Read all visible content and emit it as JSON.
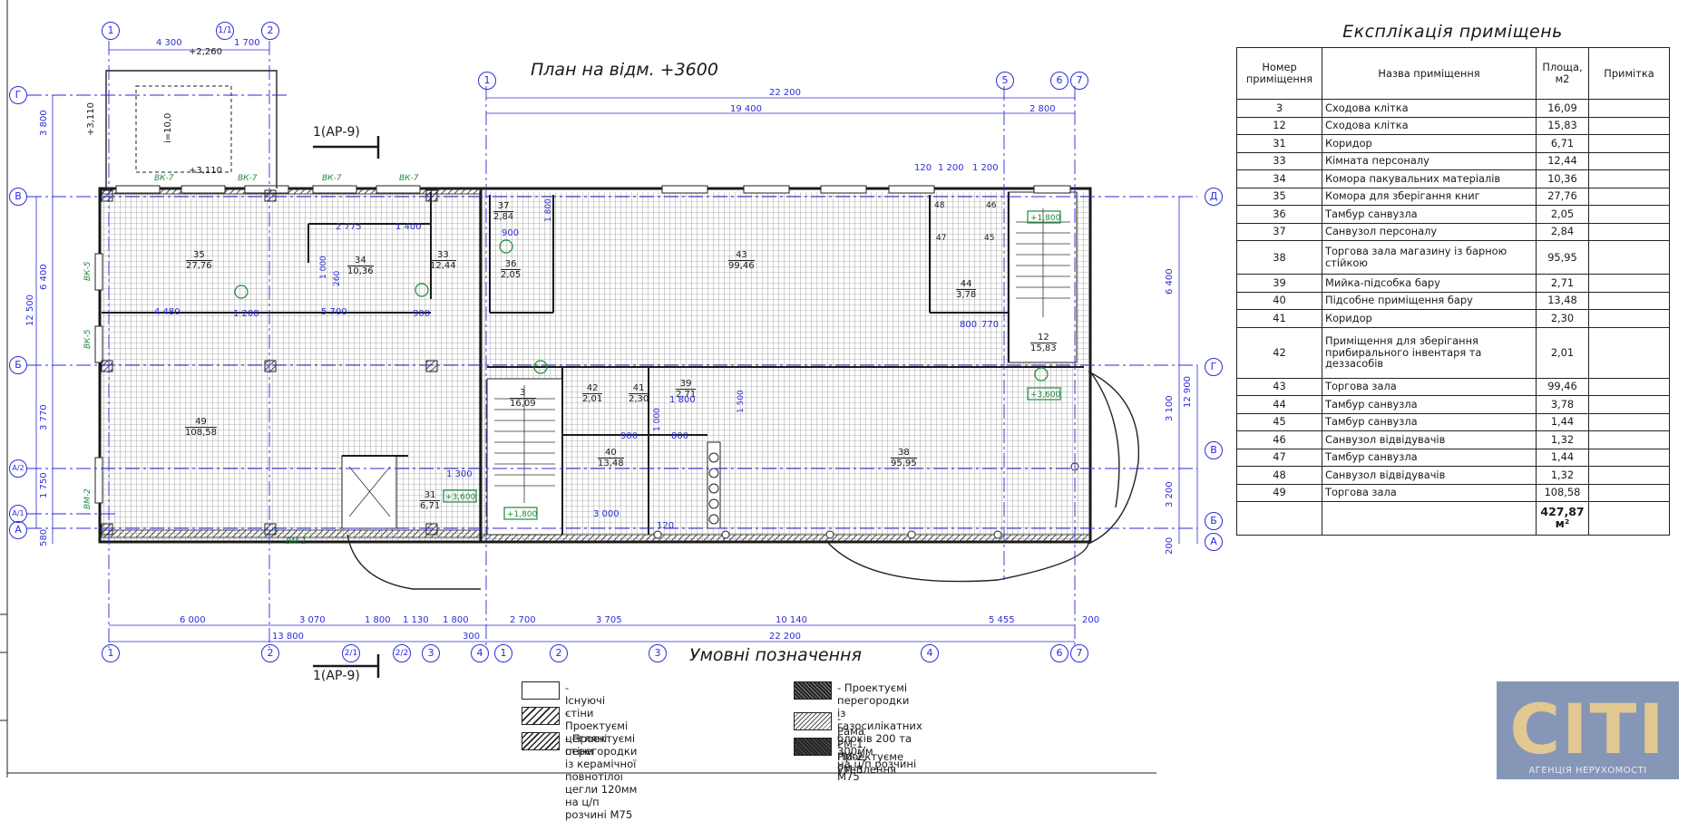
{
  "plan": {
    "title": "План на відм. +3600",
    "section_marks": [
      "1(АР-9)",
      "1(АР-9)"
    ],
    "axes_letters": [
      "Г",
      "В",
      "Б",
      "А/2",
      "А/1",
      "А",
      "Д",
      "Г",
      "В",
      "Б",
      "А"
    ],
    "axes_top": [
      "1",
      "1/1",
      "2",
      "1",
      "5",
      "6",
      "7"
    ],
    "axes_bottom": [
      "1",
      "2",
      "2/1",
      "2/2",
      "3",
      "4",
      "1",
      "2",
      "3",
      "4",
      "6",
      "7"
    ],
    "dims_top": [
      "4 300",
      "1 700",
      "22 200",
      "19 400",
      "2 800"
    ],
    "dims_bottom_row1": [
      "6 000",
      "3 070",
      "1 800",
      "1 130",
      "1 800",
      "2 700",
      "3 705",
      "10 140",
      "5 455",
      "200"
    ],
    "dims_bottom_row2": [
      "13 800",
      "300",
      "22 200"
    ],
    "dims_left": [
      "3 800",
      "6 400",
      "3 770",
      "1 750",
      "580",
      "12 500"
    ],
    "dims_right": [
      "6 400",
      "3 100",
      "3 200",
      "200",
      "12 900"
    ],
    "levels": [
      "+2,260",
      "+3,110",
      "+3,110",
      "+3,600",
      "+1,800",
      "+3,600",
      "+1,800"
    ],
    "slope": "i=10,0",
    "windows": [
      "ВК-7",
      "ВК-7",
      "ВК-7",
      "ВК-7",
      "ВК-5",
      "ВК-5",
      "ВМ-2",
      "ВМ-1"
    ],
    "rooms": [
      {
        "n": "35",
        "a": "27,76"
      },
      {
        "n": "34",
        "a": "10,36"
      },
      {
        "n": "33",
        "a": "12,44"
      },
      {
        "n": "37",
        "a": "2,84"
      },
      {
        "n": "36",
        "a": "2,05"
      },
      {
        "n": "43",
        "a": "99,46"
      },
      {
        "n": "48",
        "a": ""
      },
      {
        "n": "46",
        "a": ""
      },
      {
        "n": "47",
        "a": ""
      },
      {
        "n": "45",
        "a": ""
      },
      {
        "n": "44",
        "a": "3,78"
      },
      {
        "n": "12",
        "a": "15,83"
      },
      {
        "n": "49",
        "a": "108,58"
      },
      {
        "n": "3",
        "a": "16,09"
      },
      {
        "n": "42",
        "a": "2,01"
      },
      {
        "n": "41",
        "a": "2,30"
      },
      {
        "n": "39",
        "a": "2,71"
      },
      {
        "n": "40",
        "a": "13,48"
      },
      {
        "n": "38",
        "a": "95,95"
      },
      {
        "n": "31",
        "a": "6,71"
      }
    ],
    "inner_dims": [
      "2 775",
      "1 400",
      "4 480",
      "1 200",
      "5 700",
      "900",
      "1 000",
      "260",
      "900",
      "1 800",
      "1 200",
      "1 200",
      "120",
      "1 300",
      "3 000",
      "900",
      "1 000",
      "800",
      "1 800",
      "1 500",
      "120",
      "770",
      "800"
    ]
  },
  "explication": {
    "title": "Експлікація приміщень",
    "headers": {
      "num": "Номер приміщення",
      "name": "Назва приміщення",
      "area": "Площа, м2",
      "note": "Примітка"
    },
    "rows": [
      {
        "num": "3",
        "name": "Сходова клітка",
        "area": "16,09",
        "h": 1
      },
      {
        "num": "12",
        "name": "Сходова клітка",
        "area": "15,83",
        "h": 1
      },
      {
        "num": "31",
        "name": "Коридор",
        "area": "6,71",
        "h": 1
      },
      {
        "num": "33",
        "name": "Кімната персоналу",
        "area": "12,44",
        "h": 1
      },
      {
        "num": "34",
        "name": "Комора пакувальних матеріалів",
        "area": "10,36",
        "h": 1
      },
      {
        "num": "35",
        "name": "Комора для зберігання книг",
        "area": "27,76",
        "h": 1
      },
      {
        "num": "36",
        "name": "Тамбур санвузла",
        "area": "2,05",
        "h": 1
      },
      {
        "num": "37",
        "name": "Санвузол персоналу",
        "area": "2,84",
        "h": 1
      },
      {
        "num": "38",
        "name": "Торгова зала магазину із барною стійкою",
        "area": "95,95",
        "h": 2
      },
      {
        "num": "39",
        "name": "Мийка-підсобка бару",
        "area": "2,71",
        "h": 1
      },
      {
        "num": "40",
        "name": "Підсобне приміщення бару",
        "area": "13,48",
        "h": 1
      },
      {
        "num": "41",
        "name": "Коридор",
        "area": "2,30",
        "h": 1
      },
      {
        "num": "42",
        "name": "Приміщення для зберігання прибирального інвентаря та деззасобів",
        "area": "2,01",
        "h": 3
      },
      {
        "num": "43",
        "name": "Торгова зала",
        "area": "99,46",
        "h": 1
      },
      {
        "num": "44",
        "name": "Тамбур санвузла",
        "area": "3,78",
        "h": 1
      },
      {
        "num": "45",
        "name": "Тамбур санвузла",
        "area": "1,44",
        "h": 1
      },
      {
        "num": "46",
        "name": "Санвузол відвідувачів",
        "area": "1,32",
        "h": 1
      },
      {
        "num": "47",
        "name": "Тамбур санвузла",
        "area": "1,44",
        "h": 1
      },
      {
        "num": "48",
        "name": "Санвузол відвідувачів",
        "area": "1,32",
        "h": 1
      },
      {
        "num": "49",
        "name": "Торгова зала",
        "area": "108,58",
        "h": 1
      }
    ],
    "total": "427,87 м²"
  },
  "legend": {
    "title": "Умовні позначення",
    "items": [
      {
        "swatch": "plain",
        "text": "- Існуючі стіни"
      },
      {
        "swatch": "hatch",
        "text": "- Проектуємі цегляні стіни"
      },
      {
        "swatch": "hatch2",
        "text": "- Проектуємі перегородки\nіз керамічної повнотілої цегли 120мм\nна ц/п розчині М75"
      },
      {
        "swatch": "dense",
        "text": "- Проектуємі перегородки\nіз газосилікатних блоків 200 та 300мм\nна ц/п розчині М75"
      },
      {
        "swatch": "light",
        "text": "- Рама РМ-1, РМ-2, РМ-3"
      },
      {
        "swatch": "dark",
        "text": "- Проектуєме утеплення"
      }
    ]
  },
  "logo": {
    "text": "CITI",
    "subtitle": "АГЕНЦІЯ НЕРУХОМОСТІ"
  },
  "colors": {
    "line": "#1a1a1a",
    "axis": "#2b2bd9",
    "dim": "#2b2bd9",
    "green": "#1f8a3a",
    "logo_bg": "#8596b7",
    "logo_fg": "#e2c891"
  }
}
